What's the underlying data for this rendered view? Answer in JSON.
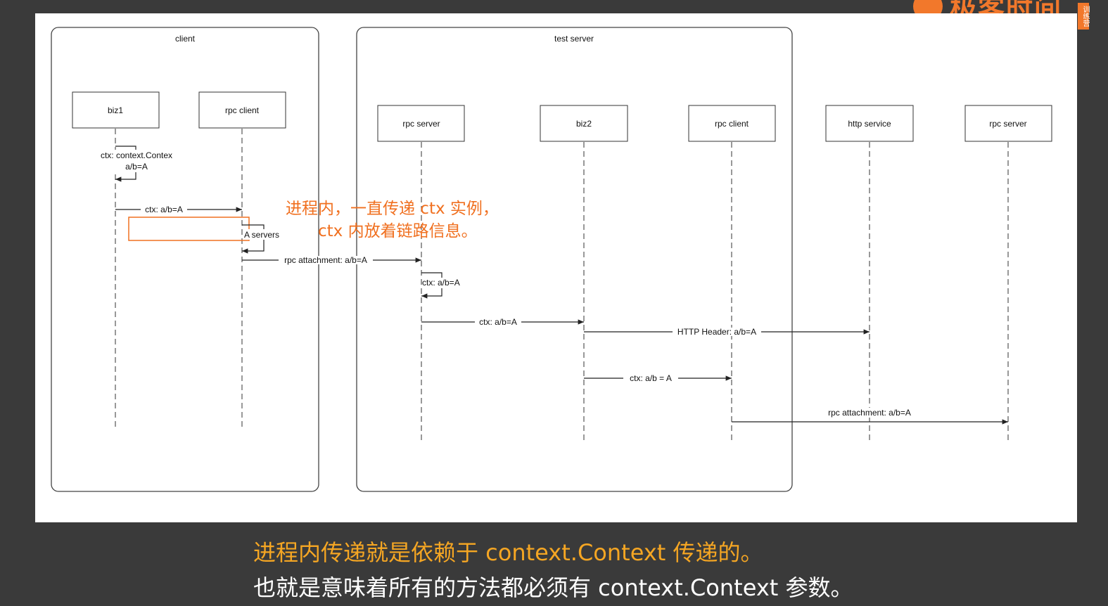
{
  "brand": {
    "name": "极客时间",
    "badge": "训练营"
  },
  "diagram": {
    "frames": [
      {
        "label": "client"
      },
      {
        "label": "test server"
      }
    ],
    "participants": [
      {
        "label": "biz1"
      },
      {
        "label": "rpc client"
      },
      {
        "label": "rpc server"
      },
      {
        "label": "biz2"
      },
      {
        "label": "rpc client"
      },
      {
        "label": "http service"
      },
      {
        "label": "rpc server"
      }
    ],
    "messages": [
      {
        "label": "ctx: context.Contex"
      },
      {
        "label": "a/b=A"
      },
      {
        "label": "ctx: a/b=A"
      },
      {
        "label": "A servers"
      },
      {
        "label": "rpc attachment: a/b=A"
      },
      {
        "label": "ctx: a/b=A"
      },
      {
        "label": "ctx: a/b=A"
      },
      {
        "label": "HTTP Header: a/b=A"
      },
      {
        "label": "ctx: a/b = A"
      },
      {
        "label": "rpc attachment: a/b=A"
      }
    ],
    "annotation": {
      "line1": "进程内，一直传递 ctx 实例，",
      "line2": "ctx 内放着链路信息。"
    },
    "colors": {
      "annotation": "#f07020",
      "line": "#222222"
    }
  },
  "captions": {
    "line1": "进程内传递就是依赖于 context.Context 传递的。",
    "line2": "也就是意味着所有的方法都必须有 context.Context 参数。"
  }
}
